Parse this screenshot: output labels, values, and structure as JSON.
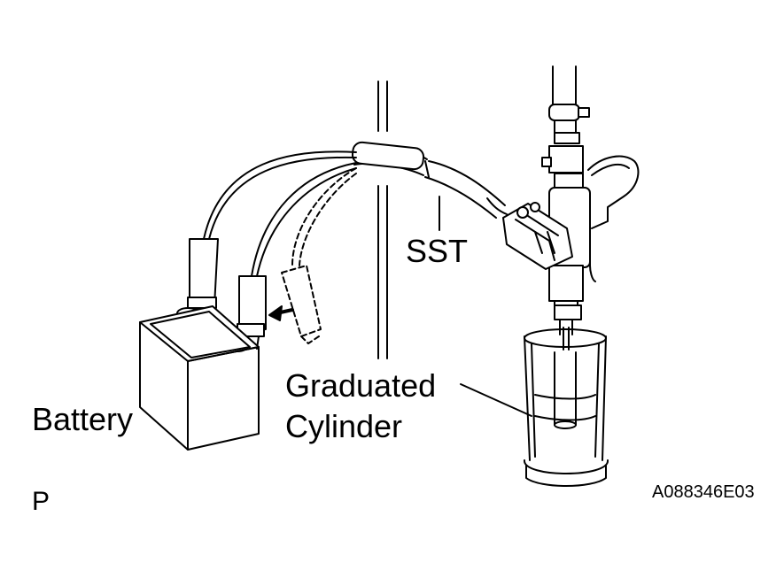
{
  "labels": {
    "sst": "SST",
    "graduated_line1": "Graduated",
    "graduated_line2": "Cylinder",
    "battery": "Battery",
    "view_letter": "P",
    "figure_code": "A088346E03"
  },
  "colors": {
    "ink": "#000000",
    "paper": "#ffffff",
    "liquid": "#ffffff"
  }
}
